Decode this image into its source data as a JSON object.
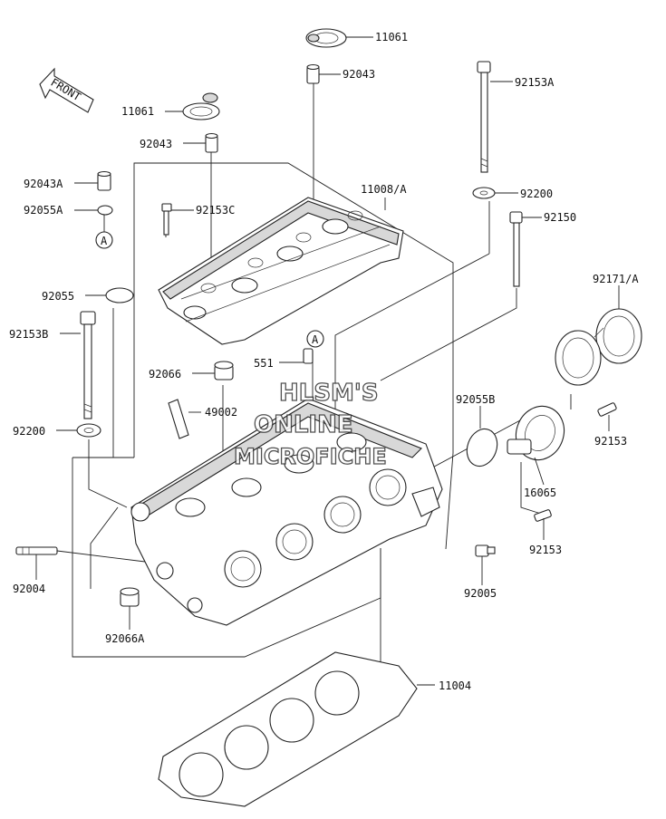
{
  "front_label": "FRONT",
  "watermark": [
    "HLSM'S",
    "ONLINE",
    "MICROFICHE"
  ],
  "callout_a": "A",
  "parts": {
    "p11061_top": "11061",
    "p92043_top": "92043",
    "p92153A": "92153A",
    "p11061_left": "11061",
    "p92043_left": "92043",
    "p11008A": "11008/A",
    "p92043A": "92043A",
    "p92200_top": "92200",
    "p92055A": "92055A",
    "p92153C": "92153C",
    "p92150": "92150",
    "p92171A": "92171/A",
    "p92055": "92055",
    "p92153B": "92153B",
    "p551": "551",
    "p92066": "92066",
    "p92055B": "92055B",
    "p49002": "49002",
    "p92153_a": "92153",
    "p92200_left": "92200",
    "p16065": "16065",
    "p92153_b": "92153",
    "p92004": "92004",
    "p92005": "92005",
    "p92066A": "92066A",
    "p11004": "11004"
  },
  "colors": {
    "line": "#222222",
    "fill": "#ffffff",
    "shade": "#d8d8d8"
  }
}
